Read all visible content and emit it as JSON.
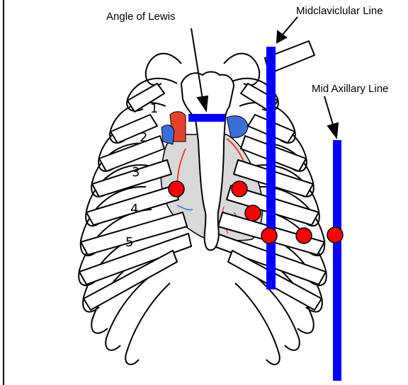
{
  "diagram": {
    "labels": {
      "angle_of_lewis": "Angle of Lewis",
      "midclavicular_line": "Midclaviclular Line",
      "mid_axillary_line": "Mid Axillary Line"
    },
    "rib_numbers": [
      "1",
      "2",
      "3",
      "4",
      "5"
    ],
    "colors": {
      "reference_line": "#0000ff",
      "electrode": "#ff0000",
      "heart": "#d9d9d9",
      "vessel_red": "#e8432a",
      "vessel_blue": "#3a6fd8"
    },
    "electrode_count": 6
  }
}
